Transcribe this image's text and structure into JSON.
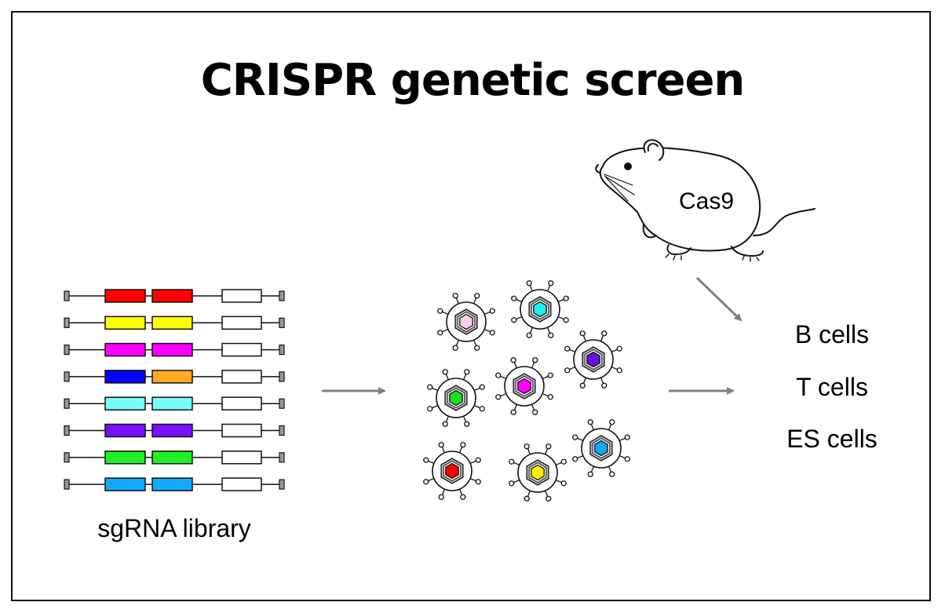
{
  "title": "CRISPR genetic screen",
  "library": {
    "label": "sgRNA library",
    "constructs": [
      {
        "block1": "#ff0000",
        "block2": "#ff0000"
      },
      {
        "block1": "#ffff00",
        "block2": "#ffff00"
      },
      {
        "block1": "#ff00ff",
        "block2": "#ff00ff"
      },
      {
        "block1": "#0000ff",
        "block2": "#ffaa22"
      },
      {
        "block1": "#77ffff",
        "block2": "#77ffff"
      },
      {
        "block1": "#7711ff",
        "block2": "#7711ff"
      },
      {
        "block1": "#22ee22",
        "block2": "#22ee22"
      },
      {
        "block1": "#11aaff",
        "block2": "#11aaff"
      }
    ]
  },
  "viruses": [
    {
      "core": "#ffccee"
    },
    {
      "core": "#22eeee"
    },
    {
      "core": "#6611dd"
    },
    {
      "core": "#22dd22"
    },
    {
      "core": "#ff00ff"
    },
    {
      "core": "#11aaee"
    },
    {
      "core": "#ff0000"
    },
    {
      "core": "#ffee00"
    }
  ],
  "mouse": {
    "label": "Cas9",
    "icon": "mouse-icon"
  },
  "cell_types": [
    "B cells",
    "T cells",
    "ES cells"
  ],
  "colors": {
    "arrow": "#808080",
    "outline": "#111111"
  }
}
